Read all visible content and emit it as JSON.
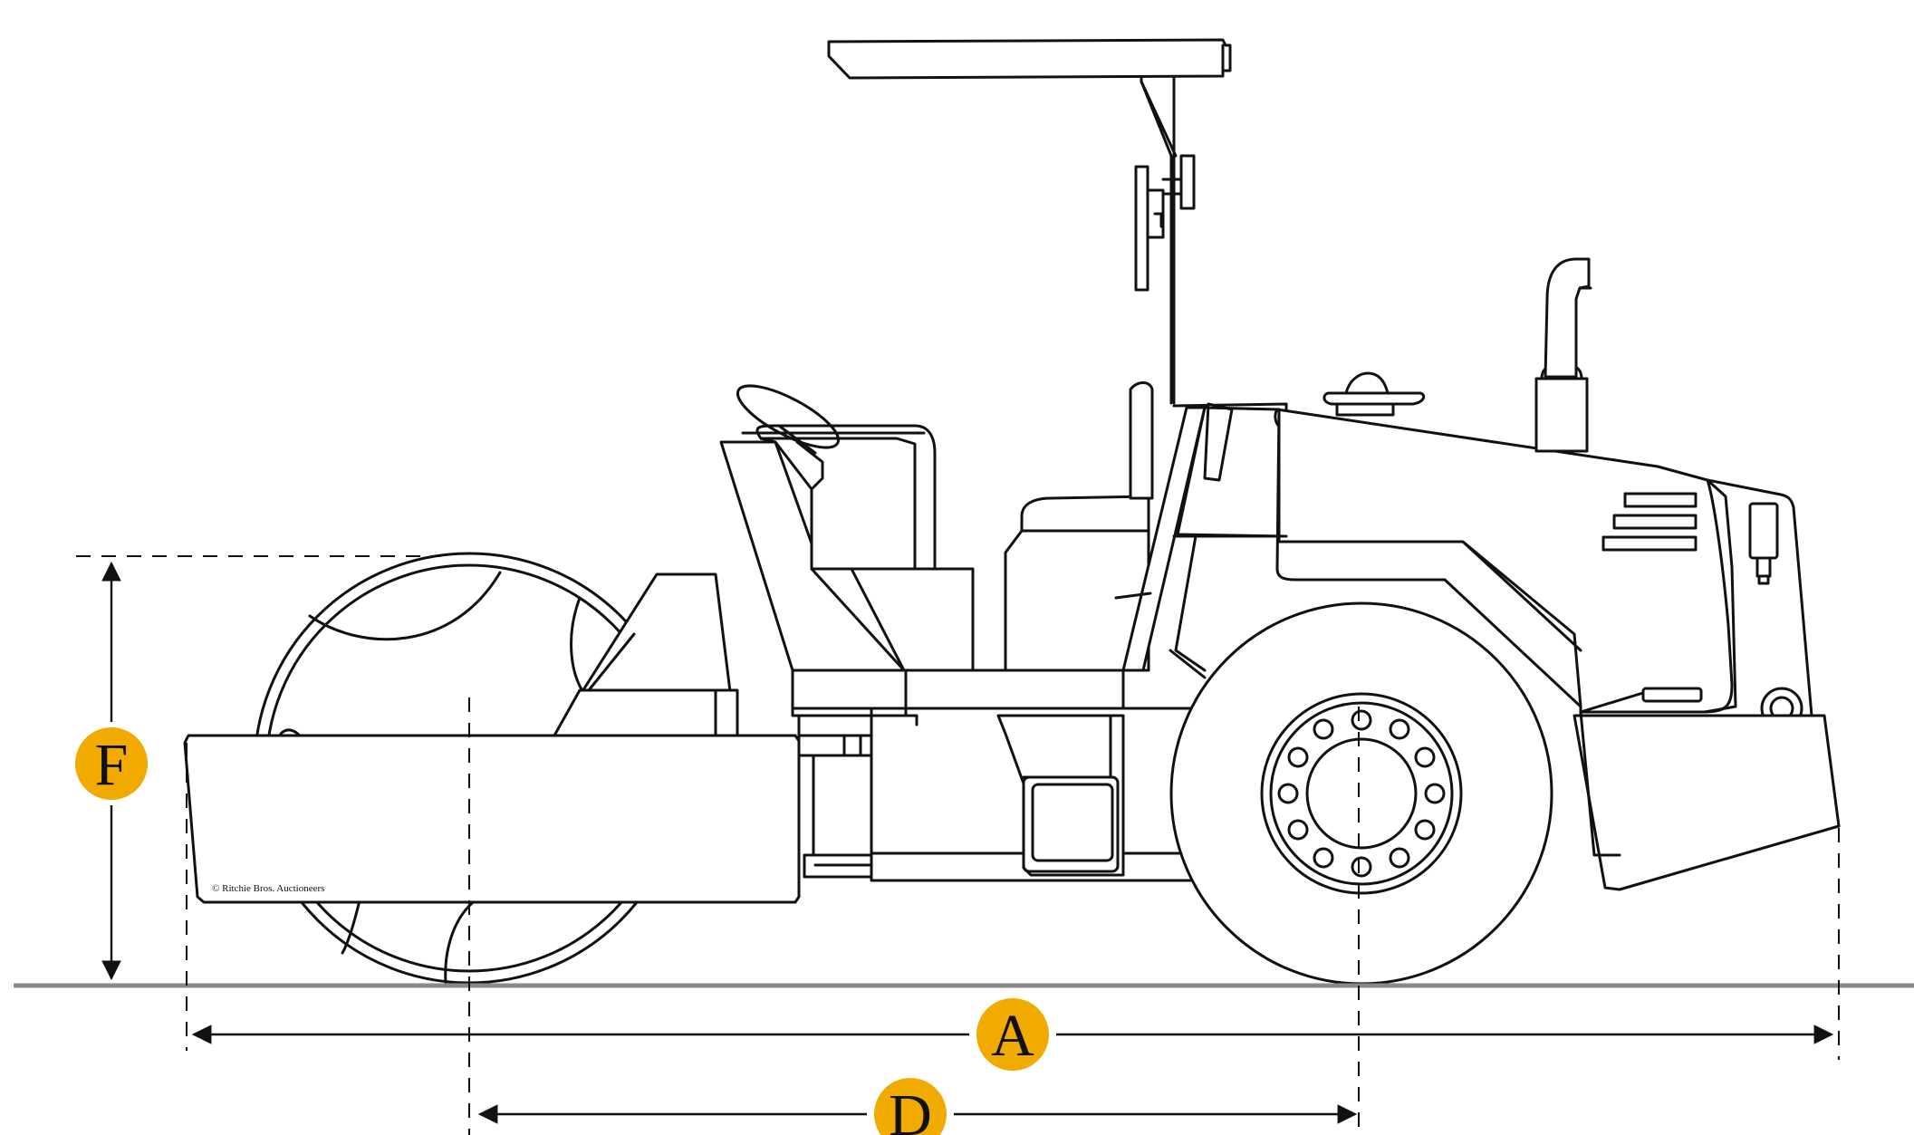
{
  "diagram": {
    "copyright": "© Ritchie Bros. Auctioneers",
    "accent_color": "#f0aa00",
    "dimensions": [
      {
        "key": "A",
        "label": "A"
      },
      {
        "key": "D",
        "label": "D"
      },
      {
        "key": "F",
        "label": "F"
      }
    ]
  }
}
